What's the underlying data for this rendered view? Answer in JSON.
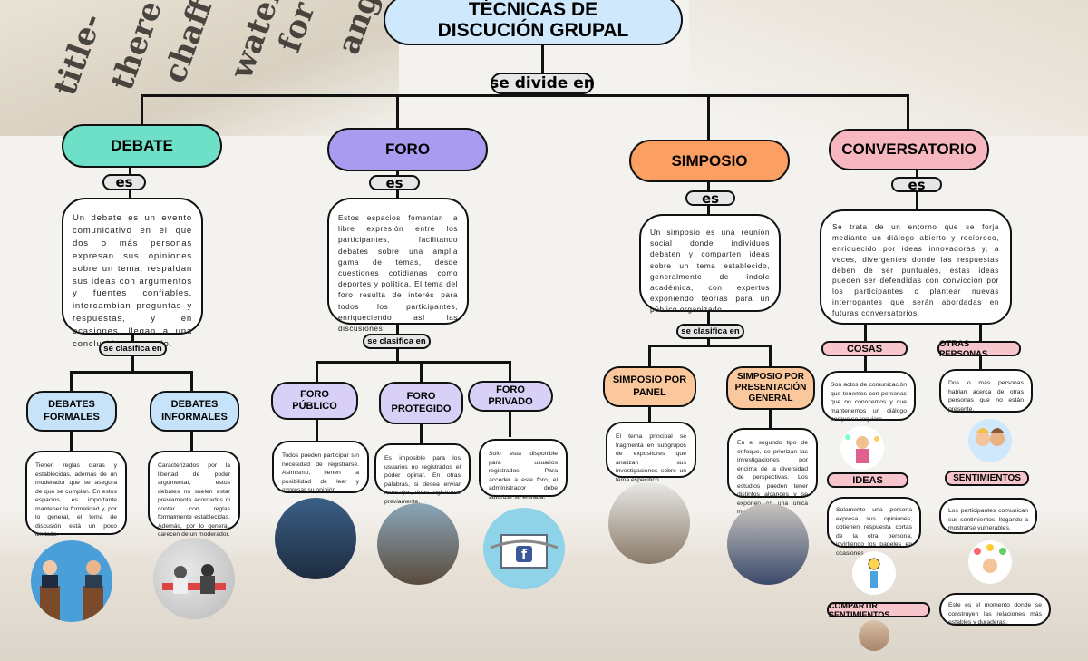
{
  "title": "TÉCNICAS DE DISCUCIÓN GRUPAL",
  "connector_top": "se divide en",
  "es": "es",
  "clasifica": "se clasifica en",
  "colors": {
    "debate": "#6ee0c8",
    "foro": "#a99cf0",
    "simposio": "#fb9f63",
    "conversatorio": "#f7b7c0",
    "title_bg": "#cfe8fb",
    "formales": "#c7e3fa",
    "foro_sub": "#d8d0f7",
    "simposio_sub": "#fbc79d",
    "conv_sub": "#f7c6cc"
  },
  "debate": {
    "title": "DEBATE",
    "description": "Un debate es un evento comunicativo en el que dos o más personas expresan sus opiniones sobre un tema, respaldan sus ideas con argumentos y fuentes confiables, intercambian preguntas y respuestas, y en ocasiones, llegan a una conclusión o acuerdo.",
    "sub1": {
      "title": "DEBATES FORMALES",
      "text": "Tienen reglas claras y establecidas, además de un moderador que se asegura de que se cumplan. En estos espacios, es importante mantener la formalidad y, por lo general, el tema de discusión está un poco limitado."
    },
    "sub2": {
      "title": "DEBATES INFORMALES",
      "text": "Caracterizados por la libertad de poder argumentar, estos debates no suelen estar previamente acordados ni contar con reglas formalmente establecidas. Además, por lo general, carecen de un moderador."
    }
  },
  "foro": {
    "title": "FORO",
    "description": "Estos espacios fomentan la libre expresión entre los participantes, facilitando debates sobre una amplia gama de temas, desde cuestiones cotidianas como deportes y política. El tema del foro resulta de interés para todos los participantes, enriqueciendo así las discusiones.",
    "sub1": {
      "title": "FORO PÚBLICO",
      "text": "Todos pueden participar sin necesidad de registrarse. Asimismo, tienen la posibilidad de leer y expresar su opinión."
    },
    "sub2": {
      "title": "FORO PROTEGIDO",
      "text": "Es imposible para los usuarios no registrados el poder opinar. En otras palabras, si desea enviar mensajes, debe registrarse previamente."
    },
    "sub3": {
      "title": "FORO PRIVADO",
      "text": "Solo está disponible para usuarios registrados. Para acceder a este foro, el administrador debe autorizar su entrada."
    }
  },
  "simposio": {
    "title": "SIMPOSIO",
    "description": "Un simposio es una reunión social donde individuos debaten y comparten ideas sobre un tema establecido, generalmente de índole académica, con expertos exponiendo teorías para un público organizado.",
    "sub1": {
      "title": "SIMPOSIO POR PANEL",
      "text": "El tema principal se fragmenta en subgrupos de expositores que analizan sus investigaciones sobre un tema específico."
    },
    "sub2": {
      "title": "SIMPOSIO POR PRESENTACIÓN GENERAL",
      "text": "En el segundo tipo de enfoque, se priorizan las investigaciones por encima de la diversidad de perspectivas. Los estudios pueden tener distintos alcances y se exponen en una única mesa."
    }
  },
  "conversatorio": {
    "title": "CONVERSATORIO",
    "description": "Se trata de un entorno que se forja mediante un diálogo abierto y recíproco, enriquecido por ideas innovadoras y, a veces, divergentes donde las respuestas deben de ser puntuales, estas ideas pueden ser defendidas con convicción por los participantes o plantear nuevas interrogantes que serán abordadas en futuras conversatorios.",
    "cosas": {
      "title": "COSAS",
      "text": "Son actos de comunicación que tenemos con personas que no conocemos y que mantenemos un diálogo porque se requiere"
    },
    "otras": {
      "title": "OTRAS PERSONAS",
      "text": "Dos o más personas hablan acerca de otras personas que no están presente."
    },
    "ideas": {
      "title": "IDEAS",
      "text": "Solamente una persona expresa sus opiniones, obtienen respuesta cortas de la otra persona, invirtiendo los papeles en ocasiones."
    },
    "sentimientos": {
      "title": "SENTIMIENTOS",
      "text": "Los participantes comunican sus sentimientos, llegando a mostrarse vulnerables."
    },
    "compartir": {
      "title": "COMPARTIR SENTIMIENTOS",
      "text": "Este es el momento donde se construyen las relaciones más estables y duraderas."
    }
  }
}
